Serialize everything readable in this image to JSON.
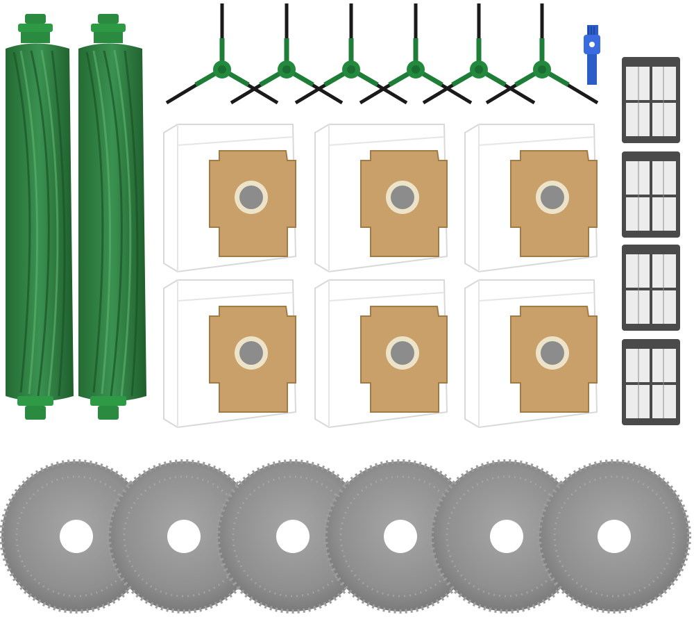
{
  "scene": {
    "background": "#ffffff",
    "items": [
      {
        "name": "main-roller-brush",
        "count": 2,
        "color": "#2f7d3e"
      },
      {
        "name": "side-brush",
        "count": 6,
        "color": "#1d7a36"
      },
      {
        "name": "cleaning-tool",
        "count": 1,
        "color": "#2c5cc5"
      },
      {
        "name": "dust-bag",
        "count": 6,
        "color": "#c49a63"
      },
      {
        "name": "hepa-filter",
        "count": 4,
        "color": "#4a4a4a"
      },
      {
        "name": "mop-pad",
        "count": 6,
        "color": "#8f8f8f"
      }
    ]
  }
}
